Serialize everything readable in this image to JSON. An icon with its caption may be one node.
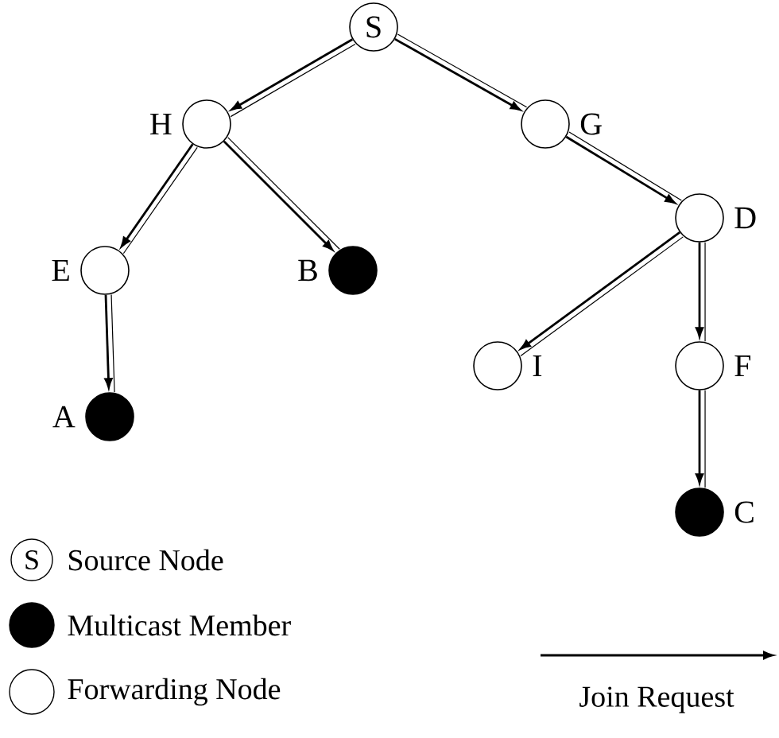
{
  "diagram": {
    "nodes": [
      {
        "text": [
          "S"
        ]
      },
      {
        "text": [],
        "shape": "circle",
        "beside": [
          "H"
        ]
      },
      {
        "text": [],
        "shape": "circle",
        "beside": [
          "G"
        ]
      },
      {
        "text": [],
        "shape": "circle",
        "beside": [
          "E"
        ]
      },
      {
        "text": [],
        "shape": "dot",
        "beside": [
          "B"
        ]
      },
      {
        "text": [],
        "shape": "circle",
        "beside": [
          "D"
        ]
      },
      {
        "text": [],
        "shape": "circle",
        "beside": [
          "I"
        ]
      },
      {
        "text": [],
        "shape": "circle",
        "beside": [
          "F"
        ]
      },
      {
        "text": [],
        "shape": "dot",
        "beside": [
          "A"
        ]
      },
      {
        "text": [],
        "shape": "dot",
        "beside": [
          "C"
        ]
      }
    ],
    "edges": [
      {
        "from": 0,
        "to": 1,
        "arrow": "to"
      },
      {
        "from": 0,
        "to": 1,
        "arrow": "none"
      },
      {
        "from": 0,
        "to": 2,
        "arrow": "to"
      },
      {
        "from": 0,
        "to": 2,
        "arrow": "none"
      },
      {
        "from": 1,
        "to": 3,
        "arrow": "to"
      },
      {
        "from": 1,
        "to": 3,
        "arrow": "none"
      },
      {
        "from": 1,
        "to": 4,
        "arrow": "to"
      },
      {
        "from": 1,
        "to": 4,
        "arrow": "none"
      },
      {
        "from": 2,
        "to": 5,
        "arrow": "to"
      },
      {
        "from": 2,
        "to": 5,
        "arrow": "none"
      },
      {
        "from": 5,
        "to": 6,
        "arrow": "to"
      },
      {
        "from": 5,
        "to": 6,
        "arrow": "none"
      },
      {
        "from": 5,
        "to": 7,
        "arrow": "to"
      },
      {
        "from": 5,
        "to": 7,
        "arrow": "none"
      },
      {
        "from": 3,
        "to": 8,
        "arrow": "to"
      },
      {
        "from": 3,
        "to": 8,
        "arrow": "none"
      },
      {
        "from": 7,
        "to": 9,
        "arrow": "to"
      },
      {
        "from": 7,
        "to": 9,
        "arrow": "none"
      }
    ],
    "labels": [
      "S"
    ],
    "legend": [
      {
        "text": "Source Node"
      },
      {
        "text": "Multicast Member"
      },
      {
        "text": "Forwarding Node"
      },
      {
        "text": "Join Request"
      }
    ]
  }
}
